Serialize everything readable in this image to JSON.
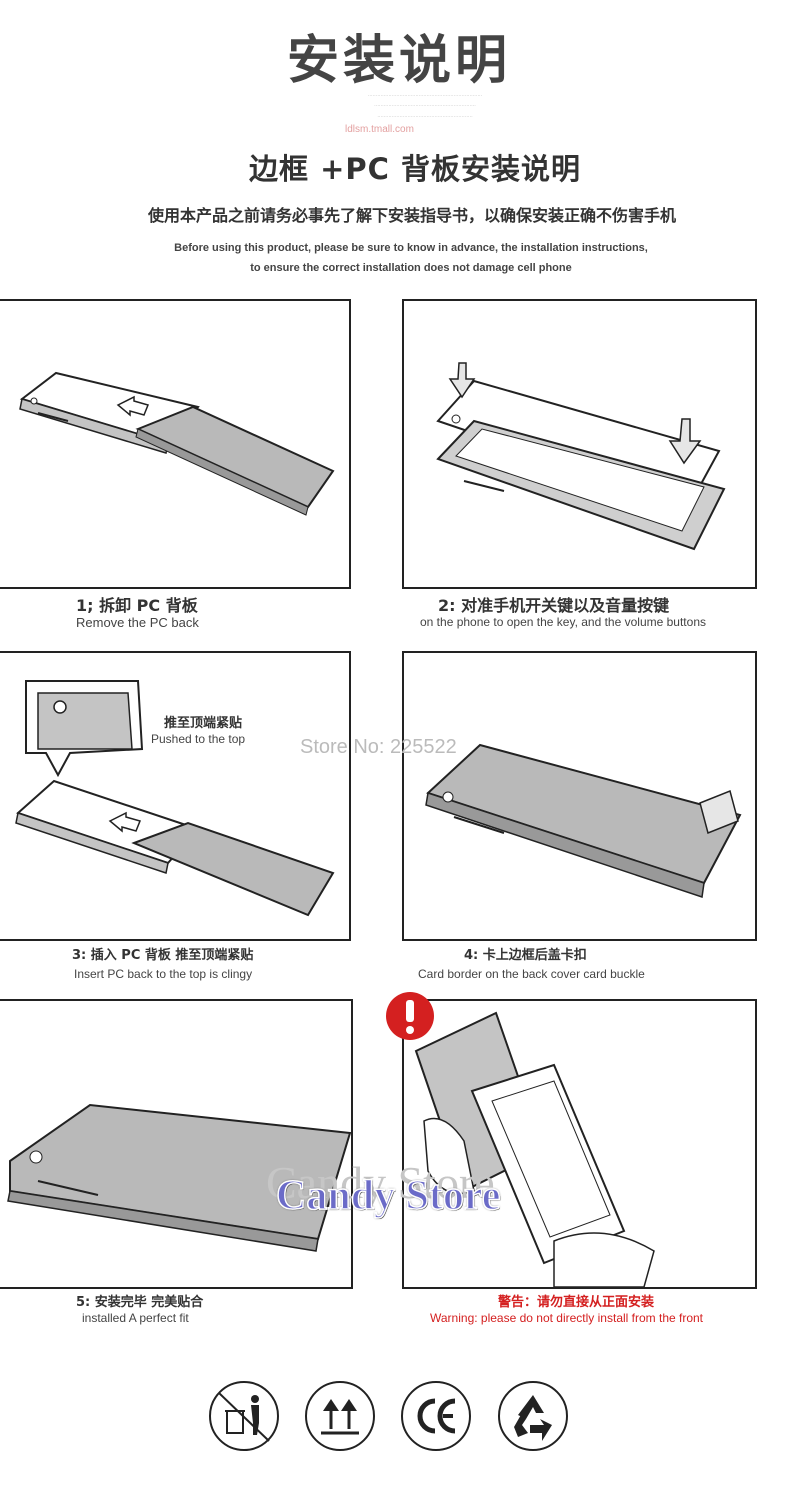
{
  "header": {
    "title": "安装说明",
    "shop_url": "ldlsm.tmall.com",
    "subtitle": "边框 +PC 背板安装说明",
    "notice_cn": "使用本产品之前请务必事先了解下安装指导书，以确保安装正确不伤害手机",
    "notice_en_line1": "Before using this product, please be sure to know in advance, the installation instructions,",
    "notice_en_line2": "to ensure the correct installation does not damage cell phone"
  },
  "steps": [
    {
      "cn": "1; 拆卸 PC 背板",
      "en": "Remove the PC back"
    },
    {
      "cn": "2: 对准手机开关键以及音量按键",
      "en": "on the phone to open the key, and the volume buttons"
    },
    {
      "cn": "3: 插入 PC 背板 推至顶端紧贴",
      "en": "Insert PC back to the top is clingy",
      "callout_cn": "推至顶端紧贴",
      "callout_en": "Pushed to the top"
    },
    {
      "cn": "4: 卡上边框后盖卡扣",
      "en": "Card border on the back cover card buckle"
    },
    {
      "cn": "5: 安装完毕 完美贴合",
      "en": "installed A perfect fit"
    },
    {
      "cn": "警告：请勿直接从正面安装",
      "en": "Warning: please do not directly install from the front"
    }
  ],
  "watermarks": {
    "store_no": "Store No: 225522",
    "candy_store": "Candy Store"
  },
  "colors": {
    "phone_gray": "#b9b9b9",
    "outline": "#222222",
    "warning_red": "#d42020",
    "candy_text": "#6b6bc8"
  },
  "footer_icons": [
    "trash-bin-icon",
    "this-way-up-icon",
    "ce-mark-icon",
    "recycle-icon"
  ]
}
